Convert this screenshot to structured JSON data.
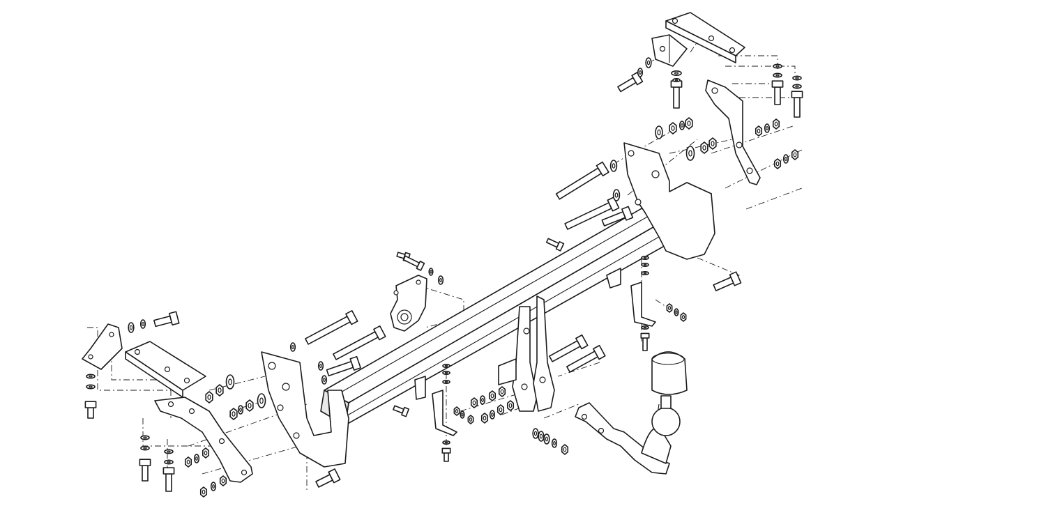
{
  "diagram": {
    "type": "exploded-assembly-drawing",
    "subject": "towbar",
    "background": "#ffffff",
    "line_color": "#1a1a1a",
    "hidden_title": "",
    "parts": {
      "main_crossbar": "crossbar",
      "left_side_plate": "side-plate",
      "right_side_plate": "side-plate",
      "ball_head": "tow-ball",
      "ball_cover": "ball-cap",
      "socket_plate": "socket-plate",
      "mounting_brackets": "bracket",
      "fasteners": "bolt-nut-washer"
    }
  }
}
